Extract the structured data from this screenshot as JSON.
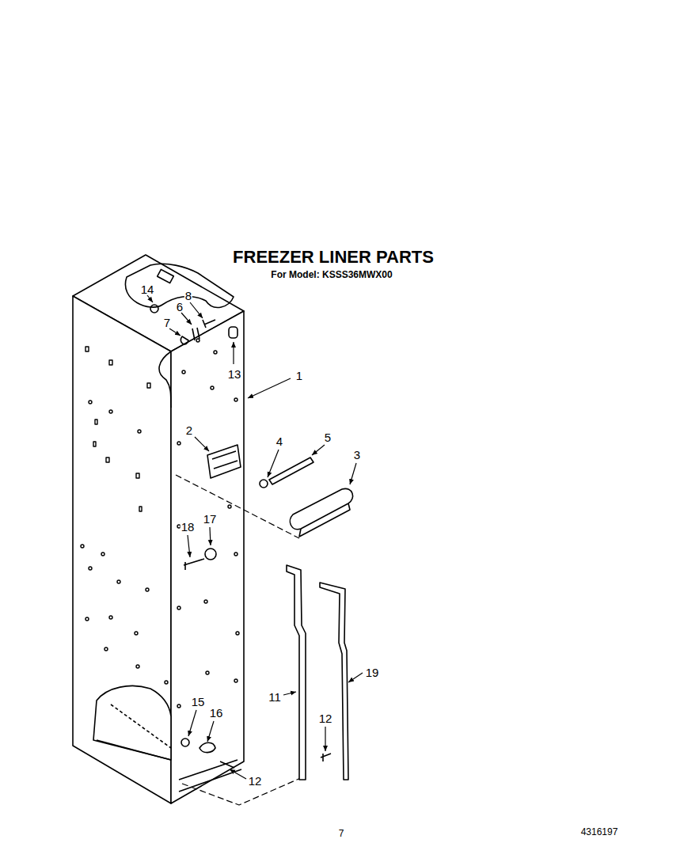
{
  "diagram": {
    "title": "FREEZER LINER PARTS",
    "labels": [
      "For Model: KSSS36MWX00",
      "14",
      "8",
      "6",
      "7",
      "13",
      "1",
      "2",
      "4",
      "5",
      "3",
      "18",
      "17",
      "11",
      "19",
      "12",
      "15",
      "16",
      "12",
      "7",
      "4316197"
    ]
  }
}
